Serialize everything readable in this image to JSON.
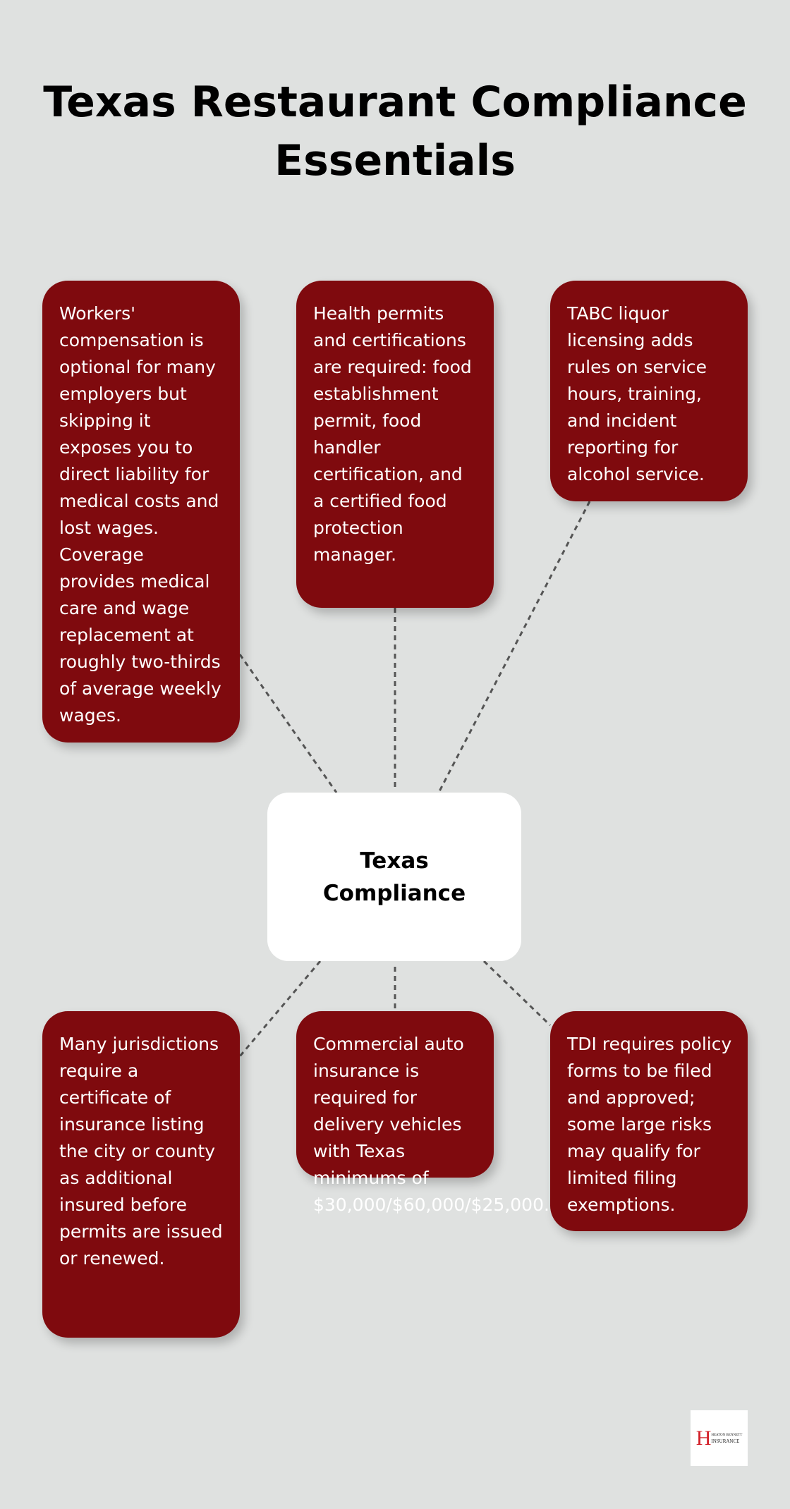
{
  "title": "Texas Restaurant Compliance Essentials",
  "center": {
    "label": "Texas Compliance"
  },
  "colors": {
    "box_fill": "#7f0a0e",
    "background": "#dfe1e0",
    "center_fill": "#ffffff",
    "connector": "#555555"
  },
  "top_items": [
    {
      "text": "Workers' compensation is optional for many employers but skipping it exposes you to direct liability for medical costs and lost wages. Coverage provides medical care and wage replacement at roughly two-thirds of average weekly wages."
    },
    {
      "text": "Health permits and certifications are required: food establishment permit, food handler certification, and a certified food protection manager."
    },
    {
      "text": "TABC liquor licensing adds rules on service hours, training, and incident reporting for alcohol service."
    }
  ],
  "bottom_items": [
    {
      "text": "Many jurisdictions require a certificate of insurance listing the city or county as additional insured before permits are issued or renewed."
    },
    {
      "text": "Commercial auto insurance is required for delivery vehicles with Texas minimums of $30,000/$60,000/$25,000."
    },
    {
      "text": "TDI requires policy forms to be filed and approved; some large risks may qualify for limited filing exemptions."
    }
  ],
  "logo": {
    "letter": "H",
    "line1": "HEATON BENNETT",
    "line2": "INSURANCE"
  }
}
